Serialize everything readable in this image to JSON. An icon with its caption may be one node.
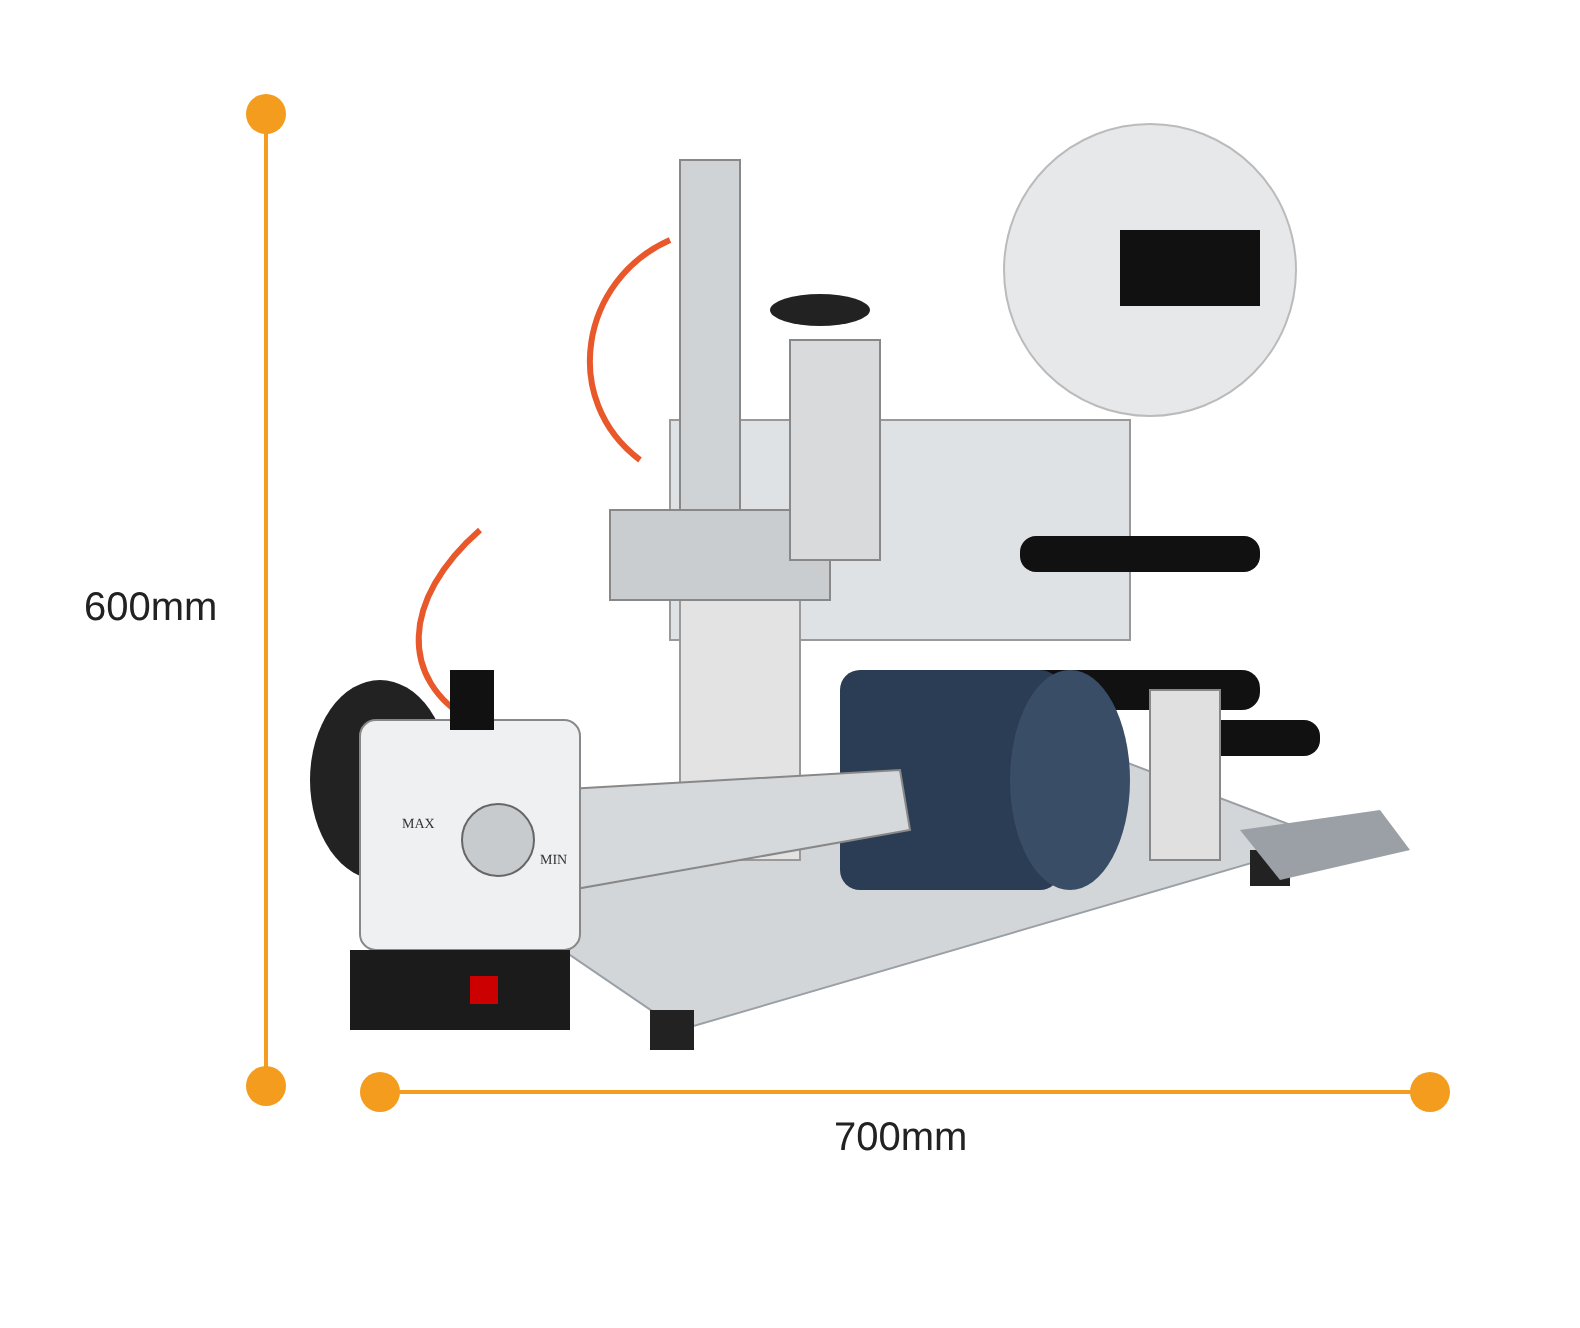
{
  "diagram": {
    "labels": [
      "600mm",
      "700mm",
      "MAX",
      "MIN"
    ]
  }
}
